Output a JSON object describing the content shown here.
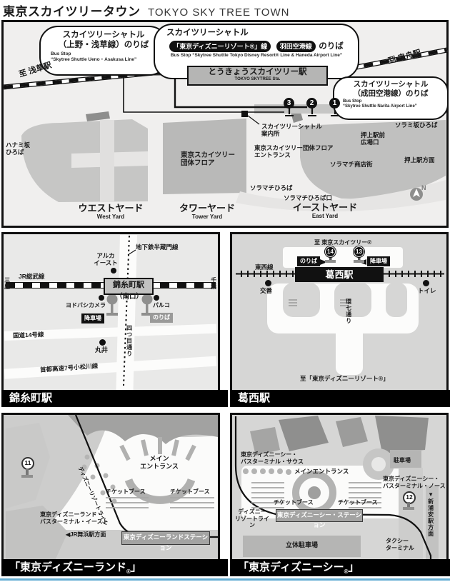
{
  "colors": {
    "caption_bg": "#000000",
    "line_black": "#111111",
    "map_gray": "#c6c6c5",
    "panel_gray": "#d6d6d5",
    "station_gray": "#b5b5b4",
    "bottom_line_blue": "#66aed3"
  },
  "page": {
    "title_jp": "東京スカイツリータウン",
    "title_en": "TOKYO SKY TREE TOWN"
  },
  "skytree": {
    "bubble_ueno_jp": "スカイツリーシャトル\n（上野・浅草線）のりば",
    "bubble_ueno_en": "Bus Stop\n“Skytree Shuttle Ueno・Asakusa Line”",
    "bubble_main_l1": "スカイツリーシャトル",
    "pill_disney": "「東京ディズニーリゾート®」線",
    "pill_haneda": "羽田空港線",
    "noriba_suffix": "のりば",
    "bubble_main_en": "Bus Stop “Skytree Shuttle Tokyo Disney Resort® Line & Haneda Airport Line”",
    "bubble_narita_jp": "スカイツリーシャトル\n（成田空港線）のりば",
    "bubble_narita_en": "Bus Stop\n“Skytree Shuttle Narita Airport Line”",
    "station_jp": "とうきょうスカイツリー駅",
    "station_en": "TOKYO SKYTREE Sta.",
    "to_asakusa": "至 浅草駅",
    "to_hikifune": "到 曳舟駅",
    "stop3": "3",
    "stop2": "2",
    "stop1": "1",
    "annaijo": "スカイツリーシャトル\n案内所",
    "dantai_floor": "東京スカイツリー\n団体フロア",
    "dantai_entrance": "東京スカイツリー団体フロア\nエントランス",
    "oshiage_plaza": "押上駅前\n広場口",
    "soramisaka": "ソラミ坂ひろば",
    "hanamizaka": "ハナミ坂\nひろば",
    "soramachi_st": "ソラマチ商店街",
    "oshiage_dir": "押上駅方面",
    "soramachi_hiroba": "ソラマチひろば",
    "soramachi_hiroba_guchi": "ソラマチひろば口",
    "west_yard_jp": "ウエストヤード",
    "west_yard_en": "West Yard",
    "tower_yard_jp": "タワーヤード",
    "tower_yard_en": "Tower Yard",
    "east_yard_jp": "イーストヤード",
    "east_yard_en": "East Yard",
    "north": "N"
  },
  "kinshicho": {
    "caption": "錦糸町駅",
    "hanzomon": "地下鉄半蔵門線",
    "arca": "アルカ\nイースト",
    "jr_sobu": "JR総武線",
    "mitaka": "三鷹",
    "chiba": "千葉",
    "station": "錦糸町駅",
    "south_exit": "（南口）",
    "yodobashi": "ヨドバシカメラ",
    "parco": "パルコ",
    "drop_off": "降車場",
    "boarding": "のりば",
    "route14": "国道14号線",
    "marui": "丸井",
    "yotsume": "四つ目通り",
    "shuto": "首都高速7号小松川線"
  },
  "kasai": {
    "caption": "葛西駅",
    "to_skytree": "至 東京スカイツリー®",
    "boarding": "のりば",
    "stop14": "14",
    "stop13": "13",
    "drop_off": "降車場",
    "tozai": "東西線",
    "station": "葛西駅",
    "koban": "交番",
    "toilet": "トイレ",
    "kannana": "環七通り",
    "to_tdr": "至「東京ディズニーリゾート®」"
  },
  "tdl": {
    "caption_pre": "「東京ディズニーランド",
    "caption_reg": "®",
    "caption_post": "」",
    "stop11": "11",
    "main_entrance": "メイン\nエントランス",
    "ticket_booth": "チケットブース",
    "resort_line": "ディズニーリゾートライン",
    "bus_terminal_east": "東京ディズニーランド・\nバスターミナル・イースト",
    "jr_maihama": "◀JR舞浜駅方面",
    "station_box": "東京ディズニーランドステーション"
  },
  "tds": {
    "caption_pre": "「東京ディズニーシー",
    "caption_reg": "®",
    "caption_post": "」",
    "bus_terminal_south": "東京ディズニーシー・\nバスターミナル・サウス",
    "main_entrance": "メインエントランス",
    "parking": "駐車場",
    "bus_terminal_north": "東京ディズニーシー・\nバスターミナル・ノース",
    "stop12": "12",
    "ticket_booth": "チケットブース",
    "resort_line": "ディズニー\nリゾートライン",
    "station_box": "東京ディズニーシー・ステーション",
    "shin_urayasu": "▼新浦安駅方面",
    "parking_structure": "立体駐車場",
    "taxi": "タクシー\nターミナル"
  }
}
